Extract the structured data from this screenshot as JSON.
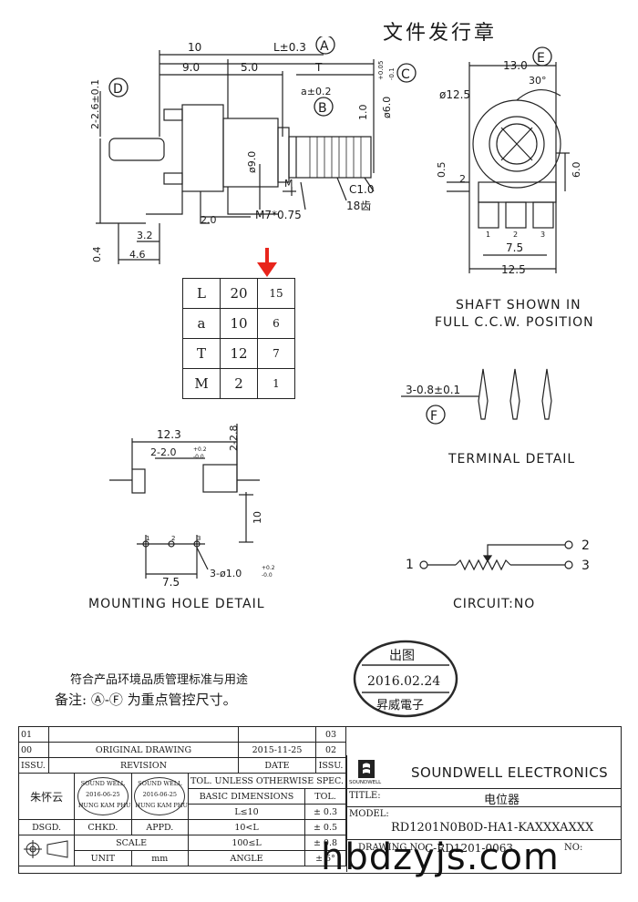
{
  "header": {
    "title_cn": "文件发行章"
  },
  "side_view": {
    "dims": {
      "len10": "10",
      "len9": "9.0",
      "len5": "5.0",
      "L": "L±0.3",
      "T": "T",
      "a": "a±0.2",
      "d6": "ø6.0",
      "d6_tol_top": "+0.05",
      "d6_tol_bot": "-0.1",
      "one": "1.0",
      "d9": "ø9.0",
      "M": "M",
      "thread": "M7*0.75",
      "teeth": "18齿",
      "chamfer": "C1.0",
      "height10": "10",
      "pin": "2-2.6±0.1",
      "h04": "0.4",
      "w32": "3.2",
      "w46": "4.6",
      "w20": "2.0"
    },
    "labels": {
      "A": "A",
      "B": "B",
      "C": "C",
      "D": "D"
    }
  },
  "front_view": {
    "dims": {
      "w13": "13.0",
      "d125": "ø12.5",
      "angle": "30°",
      "h05": "0.5",
      "h2": "2",
      "h6": "6.0",
      "p75": "7.5",
      "w125": "12.5",
      "pin1": "1",
      "pin2": "2",
      "pin3": "3"
    },
    "labels": {
      "E": "E"
    },
    "caption_line1": "SHAFT SHOWN IN",
    "caption_line2": "FULL C.C.W. POSITION"
  },
  "param_table": {
    "rows": [
      {
        "key": "L",
        "v1": "20",
        "v2": "15"
      },
      {
        "key": "a",
        "v1": "10",
        "v2": "6"
      },
      {
        "key": "T",
        "v1": "12",
        "v2": "7"
      },
      {
        "key": "M",
        "v1": "2",
        "v2": "1"
      }
    ],
    "highlight_color": "#e8241b"
  },
  "terminal": {
    "dim": "3-0.8±0.1",
    "label": "F",
    "caption": "TERMINAL DETAIL"
  },
  "mounting": {
    "dims": {
      "w123": "12.3",
      "slot": "2-2.0",
      "slot_tol_top": "+0.2",
      "slot_tol_bot": "-0.0",
      "slot_h": "2-2.8",
      "h10": "10",
      "p75": "7.5",
      "hole": "3-ø1.0",
      "hole_tol_top": "+0.2",
      "hole_tol_bot": "-0.0",
      "n1": "1",
      "n2": "2",
      "n3": "3"
    },
    "caption": "MOUNTING HOLE DETAIL"
  },
  "circuit": {
    "n1": "1",
    "n2": "2",
    "n3": "3",
    "caption": "CIRCUIT:NO"
  },
  "notes": {
    "line1": "符合产品环境品质管理标准与用途",
    "line2": "备注: Ⓐ-Ⓕ 为重点管控尺寸。"
  },
  "stamp": {
    "top": "出图",
    "date": "2016.02.24",
    "bottom": "昇威電子",
    "color": "#2a2a2a"
  },
  "title_block": {
    "rev_rows": [
      {
        "no": "01",
        "desc": "",
        "date": "",
        "no2": "03"
      },
      {
        "no": "00",
        "desc": "ORIGINAL DRAWING",
        "date": "2015-11-25",
        "no2": "02"
      }
    ],
    "col_issu": "ISSU.",
    "col_revision": "REVISION",
    "col_date": "DATE",
    "col_issu2": "ISSU.",
    "designer": "朱怀云",
    "small_stamp1": {
      "top": "SOUND WELL",
      "date": "2016-06-25",
      "bottom": "HUNG KAM PHU"
    },
    "small_stamp2": {
      "top": "SOUND WELL",
      "date": "2016-06-25",
      "bottom": "HUNG KAM PHU"
    },
    "dsgd": "DSGD.",
    "chkd": "CHKD.",
    "appd": "APPD.",
    "tol_header": "TOL. UNLESS OTHERWISE SPEC.",
    "basic_dim": "BASIC DIMENSIONS",
    "tol": "TOL.",
    "tol_rows": [
      {
        "dim": "L≤10",
        "tol": "± 0.3"
      },
      {
        "dim": "10<L",
        "tol": "± 0.5"
      },
      {
        "dim": "100≤L",
        "tol": "± 0.8"
      },
      {
        "dim": "ANGLE",
        "tol": "± 5°"
      }
    ],
    "scale": "SCALE",
    "unit": "UNIT",
    "unit_val": "mm",
    "company": "SOUNDWELL ELECTRONICS",
    "logo_text": "SOUNDWELL",
    "title_label": "TITLE:",
    "title_val": "电位器",
    "model_label": "MODEL:",
    "model_val": "RD1201N0B0D-HA1-KAXXXAXXX",
    "drawing_label": "DRAWING NO:",
    "drawing_val": "C-RD1201-0063",
    "no_label": "NO:"
  },
  "watermark": "hbdzyjs.com"
}
